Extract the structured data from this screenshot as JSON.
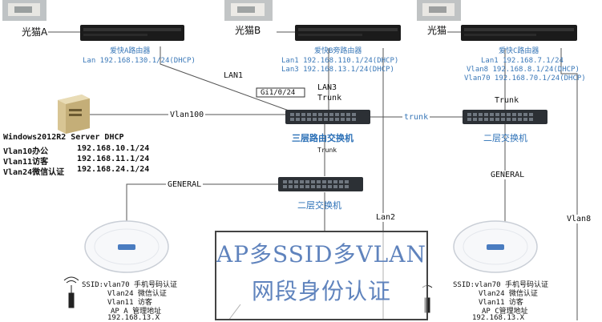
{
  "modems": {
    "a_label": "光猫A",
    "b_label": "光猫B",
    "c_label": "光猫"
  },
  "routers": {
    "a": {
      "name": "爱快A路由器",
      "lan": "Lan 192.168.130.1/24(DHCP)"
    },
    "b": {
      "name": "爱快B旁路由器",
      "lan1": "Lan1 192.168.110.1/24(DHCP)",
      "lan3": "Lan3 192.168.13.1/24(DHCP)"
    },
    "c": {
      "name": "爱快C路由器",
      "lan1": "Lan1 192.168.7.1/24",
      "vlan8": "Vlan8 192.168.8.1/24(DHCP)",
      "vlan70": "Vlan70 192.168.70.1/24(DHCP)"
    }
  },
  "links": {
    "lan1": "LAN1",
    "gi": "Gi1/0/24",
    "lan3": "LAN3",
    "trunk_mid": "Trunk",
    "trunk_right": "Trunk",
    "trunk_between": "trunk",
    "trunk_small": "Trunk",
    "vlan100": "Vlan100",
    "general_left": "GENERAL",
    "general_right": "GENERAL",
    "lan2": "Lan2",
    "vlan8": "Vlan8"
  },
  "switches": {
    "l3_main": "三层路由交换机",
    "l3_right": "二层交换机",
    "l2": "二层交换机"
  },
  "server": {
    "title": "Windows2012R2 Server DHCP",
    "rows": [
      {
        "name": "Vlan10办公",
        "net": "192.168.10.1/24"
      },
      {
        "name": "Vlan11访客",
        "net": "192.168.11.1/24"
      },
      {
        "name": "Vlan24微信认证",
        "net": "192.168.24.1/24"
      }
    ]
  },
  "ap_left": {
    "lines": [
      "SSID:vlan70 手机号码认证",
      "Vlan24 微信认证",
      "Vlan11 访客",
      "AP A 管理地址",
      "192.168.13.X"
    ]
  },
  "ap_right": {
    "lines": [
      "SSID:vlan70 手机号码认证",
      "Vlan24 微信认证",
      "Vlan11 访客",
      "AP C管理地址",
      "192.168.13.X"
    ]
  },
  "overlay": {
    "line1": "AP多SSID多VLAN",
    "line2": "网段身份认证"
  }
}
